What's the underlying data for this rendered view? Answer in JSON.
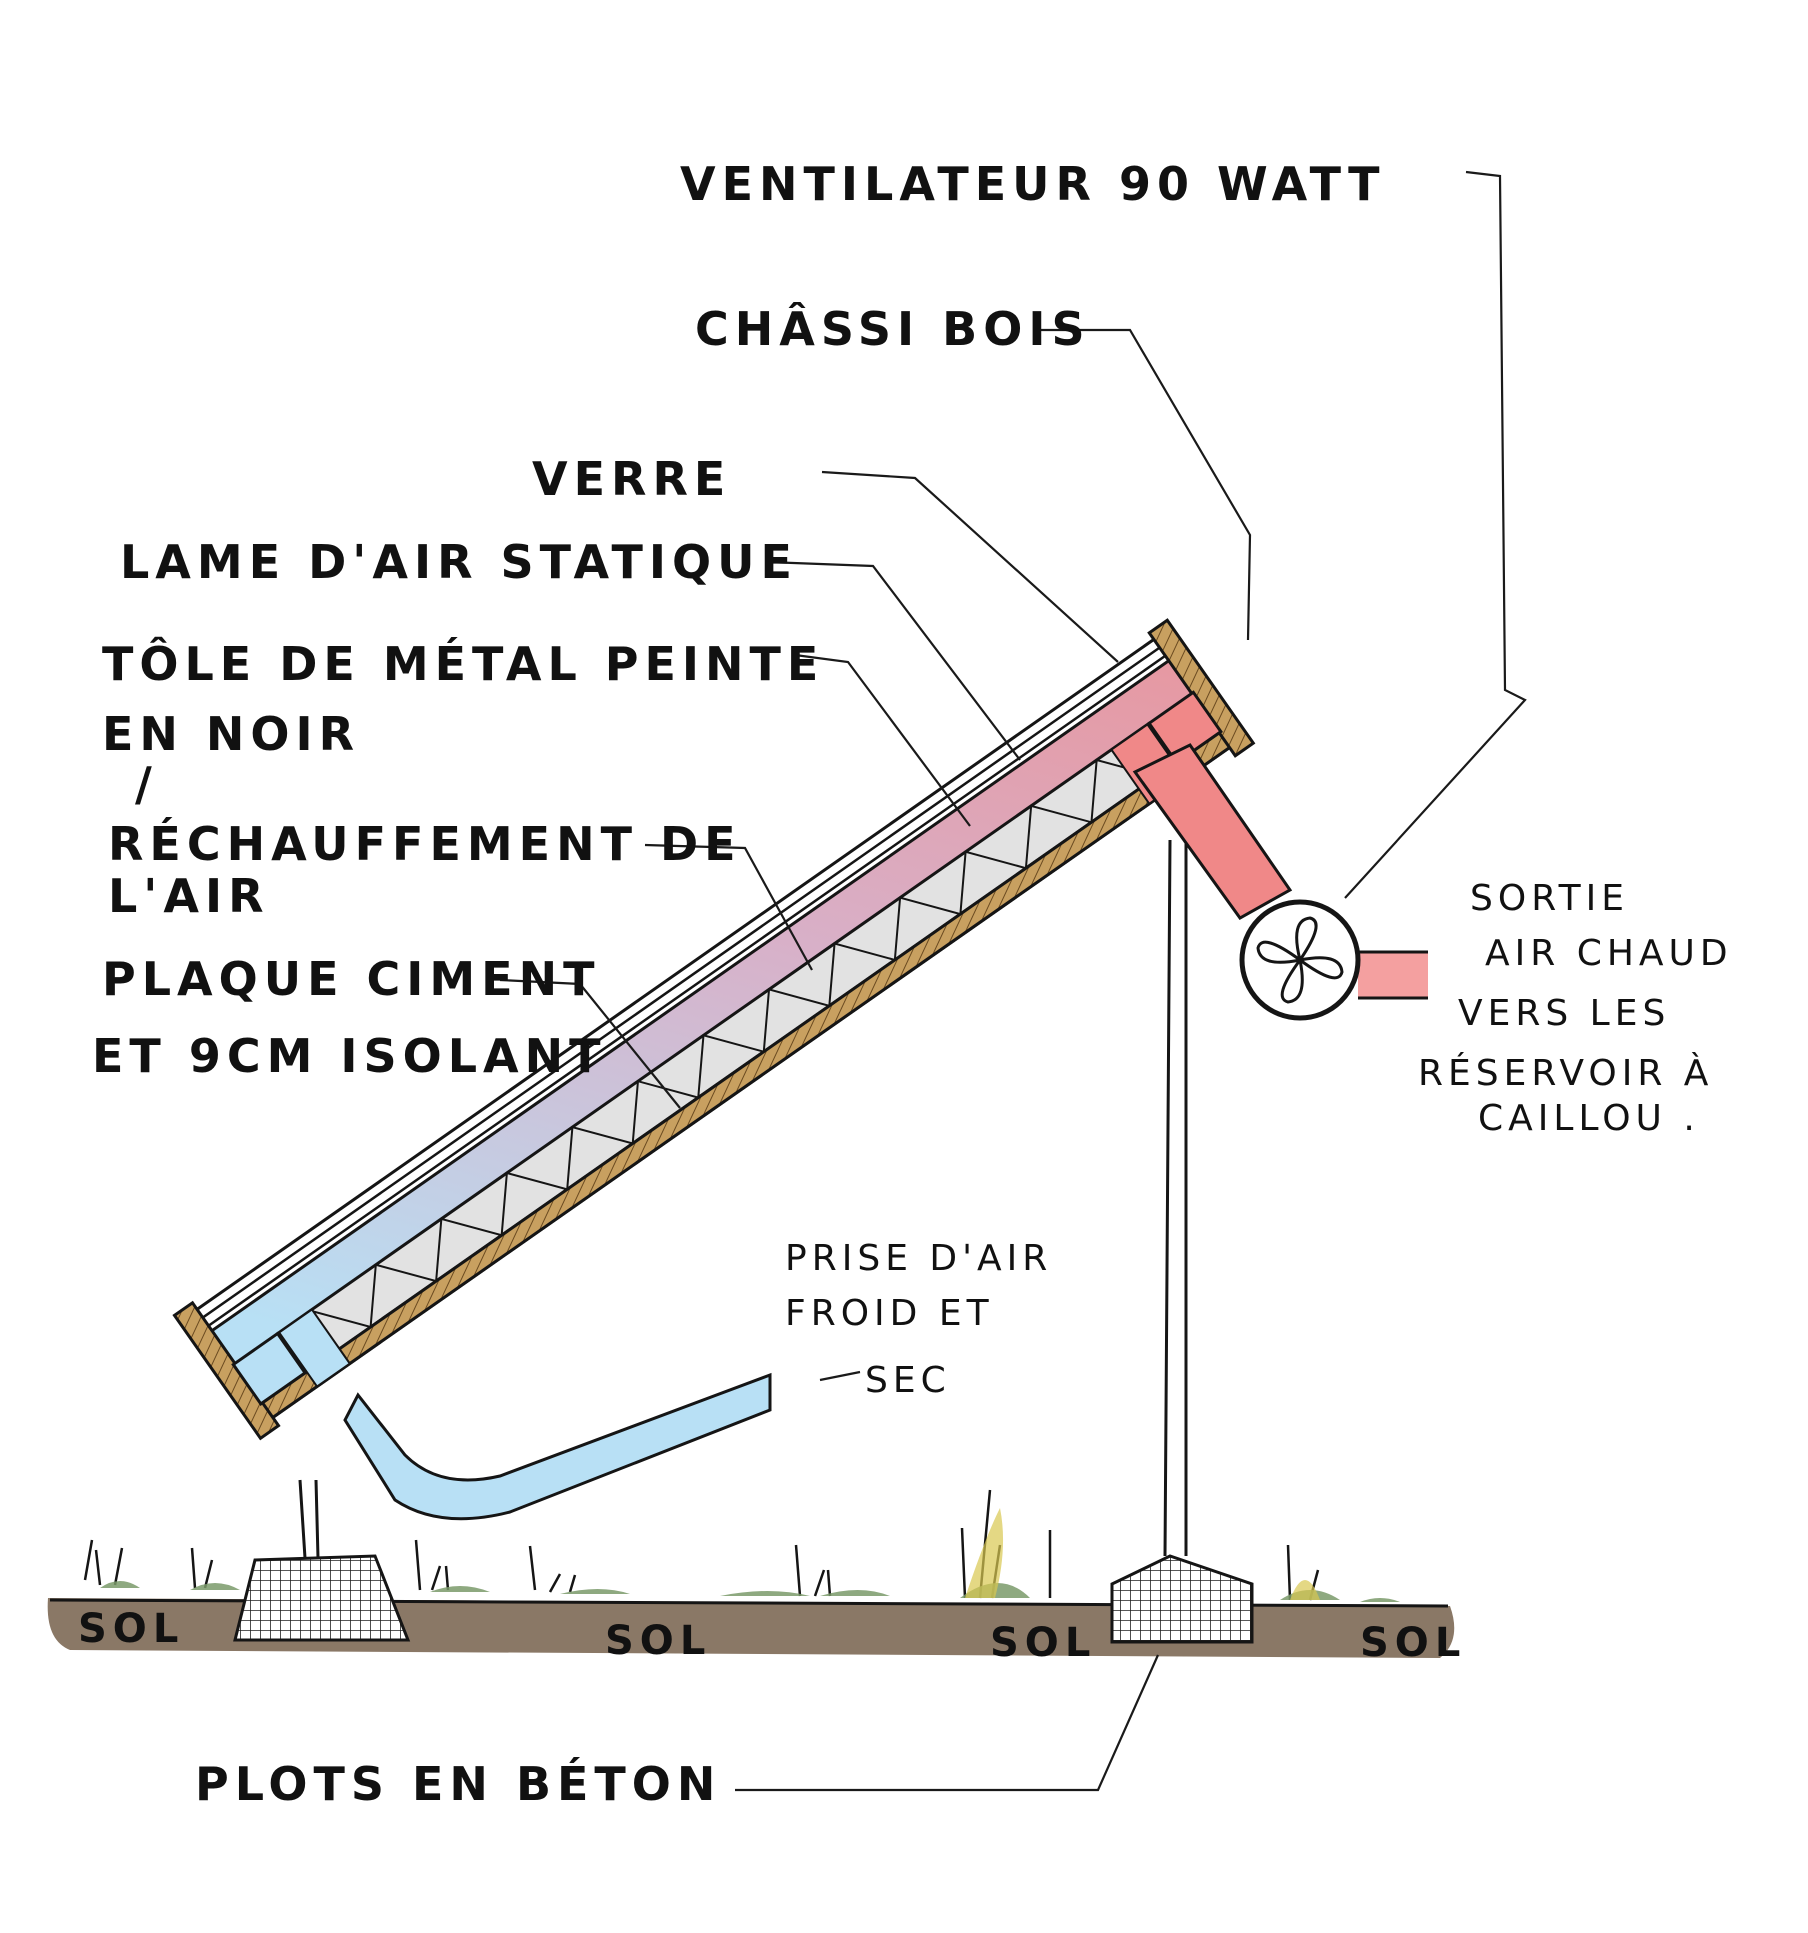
{
  "labels": {
    "fan": "VENTILATEUR 90 WATT",
    "frame": "CHÂSSI BOIS",
    "glass": "VERRE",
    "air_gap": "LAME D'AIR STATIQUE",
    "metal_sheet_1": "TÔLE DE MÉTAL PEINTE",
    "metal_sheet_2": "EN NOIR",
    "slash": "/",
    "heating_1": "RÉCHAUFFEMENT DE",
    "heating_2": "L'AIR",
    "cement_1": "PLAQUE CIMENT",
    "cement_2": "ET 9CM ISOLANT",
    "intake_1": "PRISE D'AIR",
    "intake_2": "FROID ET",
    "intake_3": "SEC",
    "outlet_1": "SORTIE",
    "outlet_2": "AIR CHAUD",
    "outlet_3": "VERS LES",
    "outlet_4": "RÉSERVOIR À",
    "outlet_5": "CAILLOU .",
    "soil": [
      "SOL",
      "SOL",
      "SOL",
      "SOL"
    ],
    "blocks": "PLOTS EN BÉTON"
  },
  "colors": {
    "hot_air": "#f08888",
    "cold_air": "#b8e0f5",
    "insulation": "#e2e2e2",
    "wood": "#c8a060",
    "soil": "#8a7866",
    "grass": "#7a9a6a",
    "ink": "#151515"
  },
  "icons": [
    "fan-icon",
    "concrete-block-icon"
  ]
}
